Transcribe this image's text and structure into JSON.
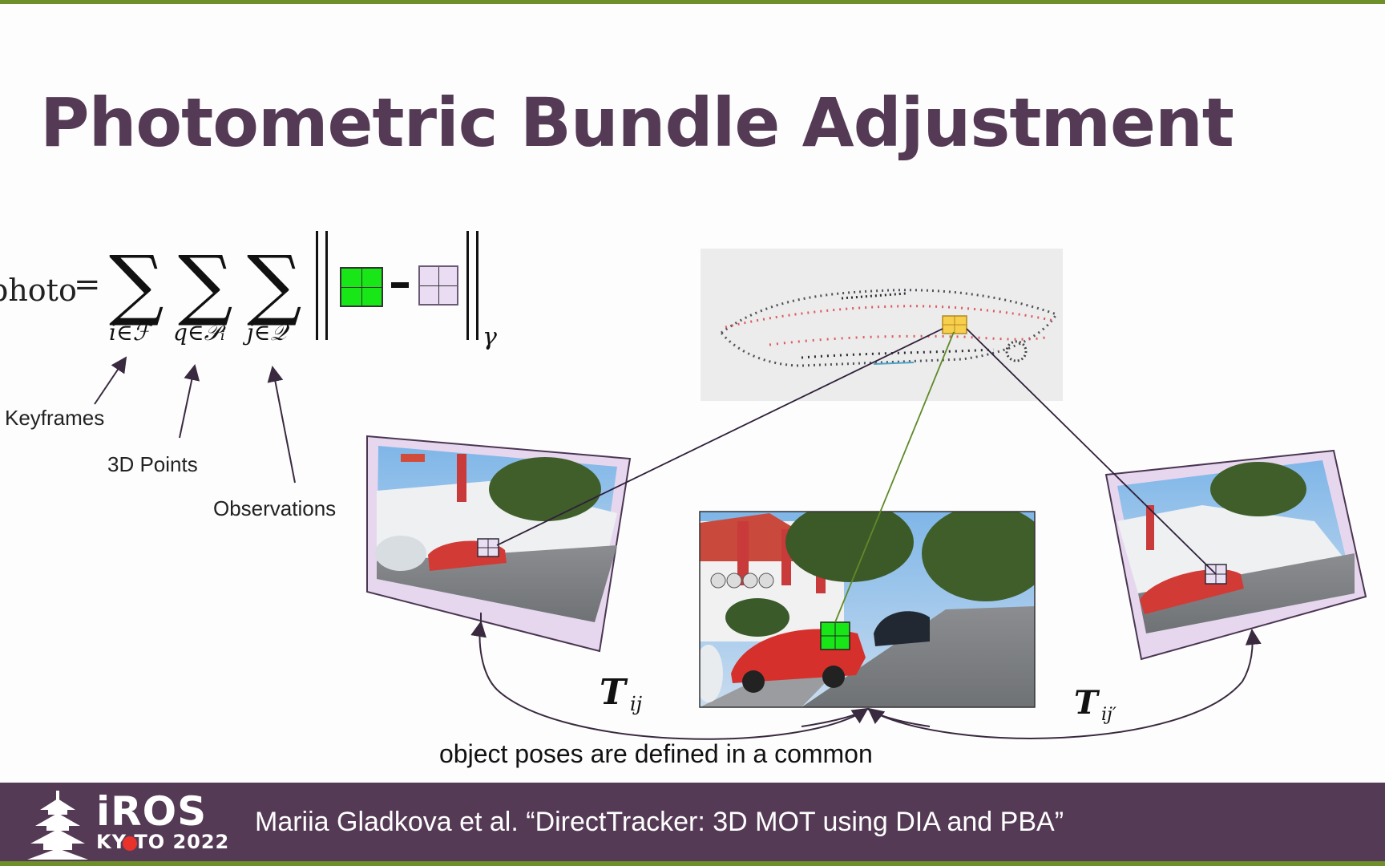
{
  "slide": {
    "title": "Photometric Bundle Adjustment",
    "equation": {
      "lhs": "photo",
      "equals": "=",
      "sum_symbol": "∑",
      "subscripts": [
        "i∈ℱ",
        "q∈𝒫ᵢ",
        "j∈𝒬"
      ],
      "norm_subscript": "γ",
      "minus": "-"
    },
    "annotations": {
      "keyframes": "Keyframes",
      "points": "3D Points",
      "observations": "Observations"
    },
    "transforms": {
      "left": "T",
      "left_sub": "ij",
      "right": "T",
      "right_sub": "ij′"
    },
    "caption": "object poses are defined in a common"
  },
  "footer": {
    "logo_word": "iROS",
    "logo_sub": "KY  TO 2022",
    "citation": "Mariia Gladkova et al. “DirectTracker: 3D MOT using DIA and PBA”"
  },
  "colors": {
    "title": "#553a56",
    "footer_bg": "#553a56",
    "accent_green": "#6e8f2a",
    "patch_green": "#19e617",
    "patch_purple": "#eadcf2",
    "frame_purple": "#e7d7ee",
    "logo_dot": "#e8322b"
  }
}
